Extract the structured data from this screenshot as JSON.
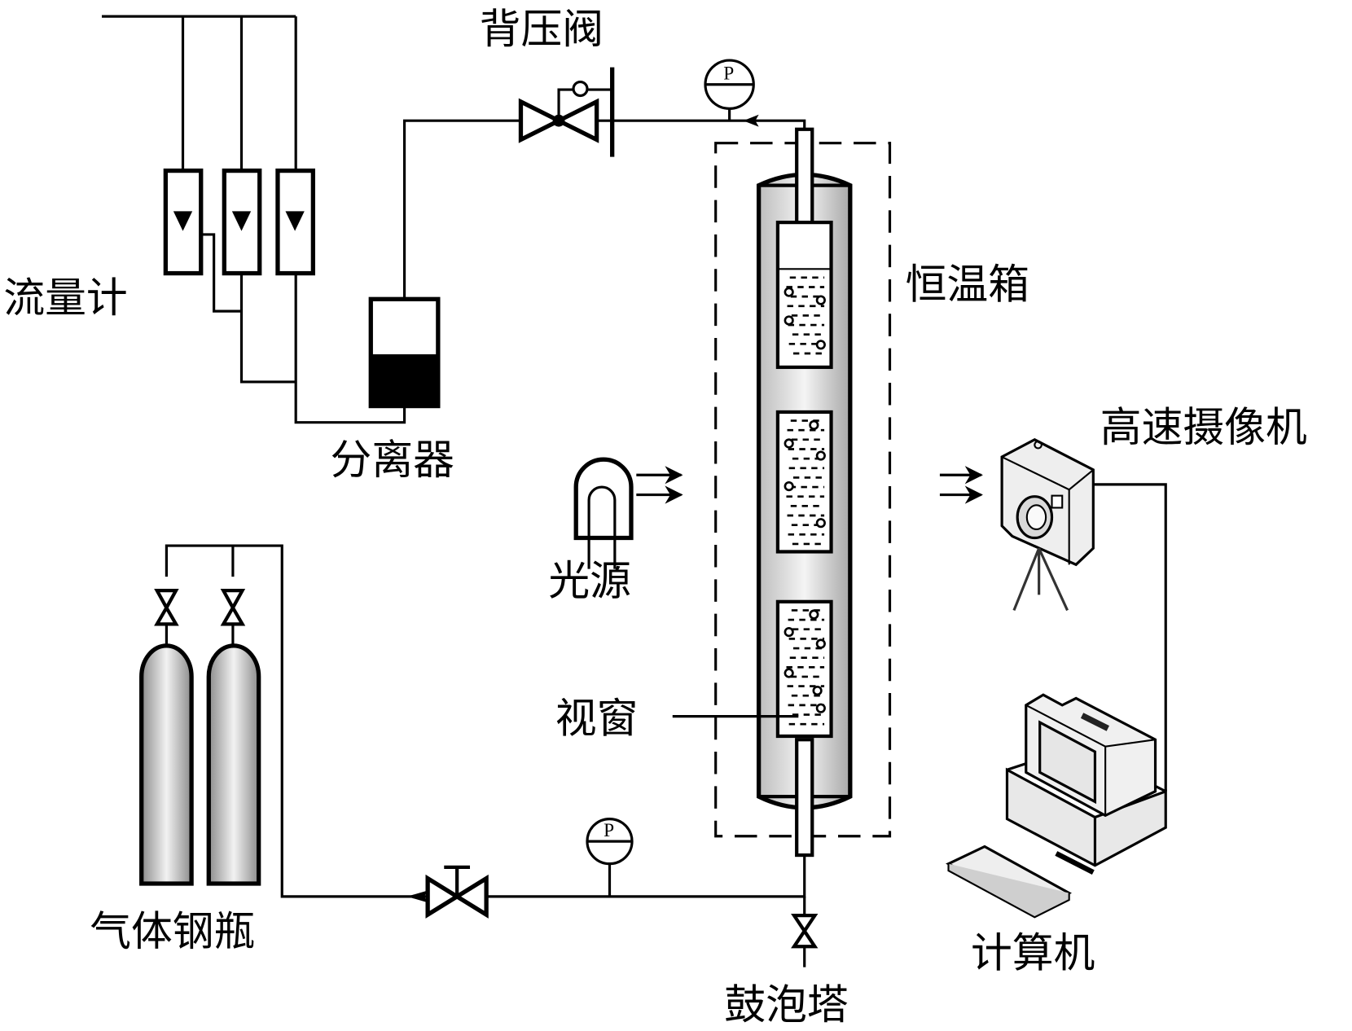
{
  "diagram": {
    "title": "鼓泡塔实验装置示意图",
    "labels": {
      "flowmeter": "流量计",
      "back_pressure_valve": "背压阀",
      "separator": "分离器",
      "thermostat_box": "恒温箱",
      "light_source": "光源",
      "high_speed_camera": "高速摄像机",
      "view_window": "视窗",
      "gas_cylinders": "气体钢瓶",
      "computer": "计算机",
      "bubble_column": "鼓泡塔"
    },
    "gauge_letter": "P",
    "colors": {
      "line": "#000000",
      "background": "#ffffff",
      "cylinder_light": "#f2f2f2",
      "cylinder_dark": "#8c8c8c"
    },
    "components": {
      "flowmeter_count": 3,
      "gas_cylinder_count": 2,
      "view_window_count": 3,
      "pressure_gauge_count": 2
    }
  }
}
